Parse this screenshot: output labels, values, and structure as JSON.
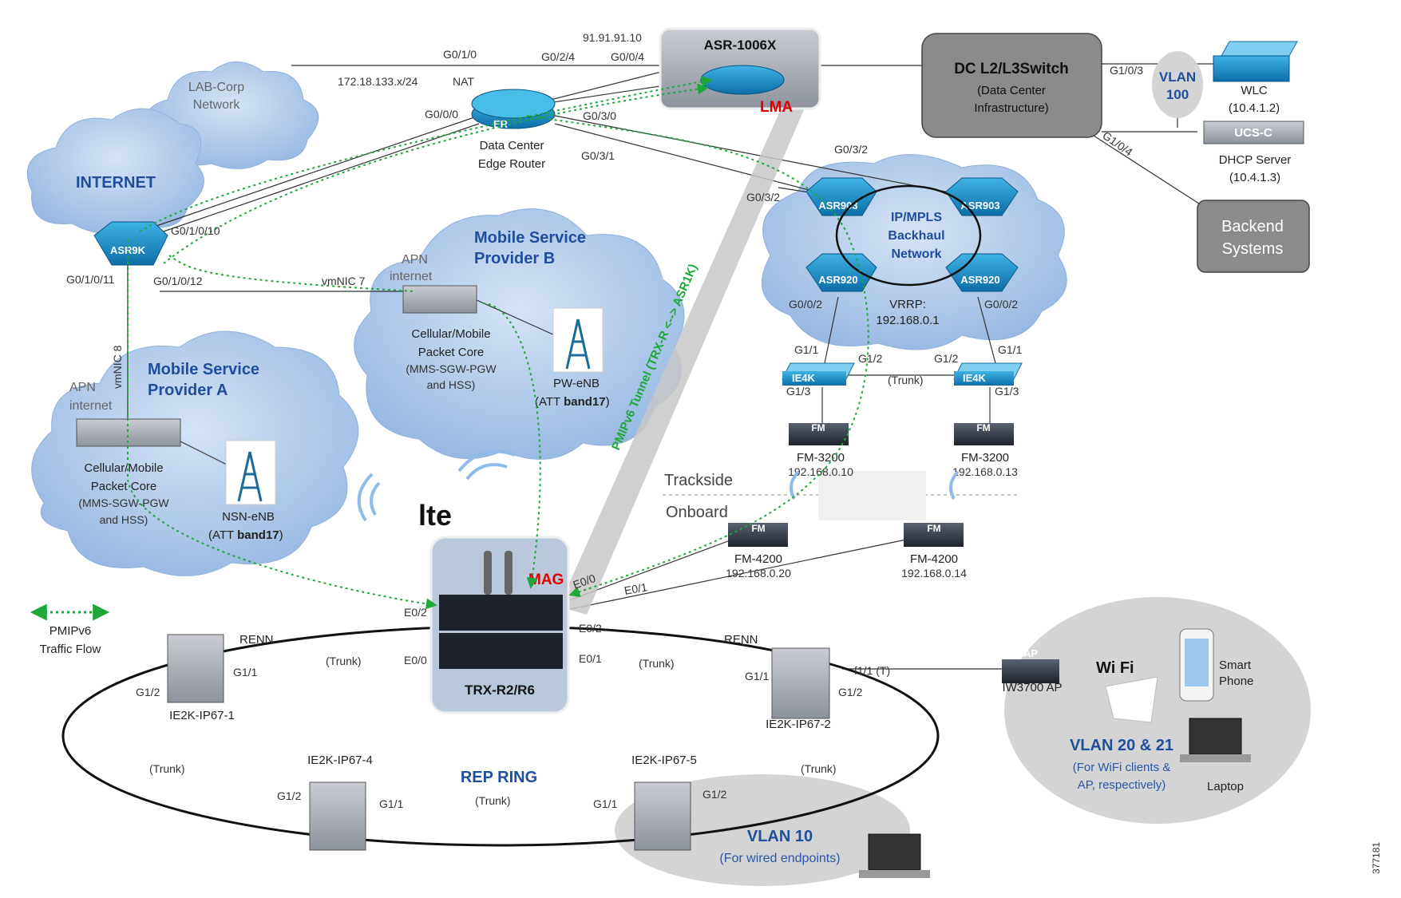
{
  "clouds": {
    "lab_corp": [
      "LAB-Corp",
      "Network"
    ],
    "internet": "INTERNET",
    "msp_b": [
      "Mobile Service",
      "Provider  B"
    ],
    "msp_a": [
      "Mobile Service",
      "Provider  A"
    ],
    "ipmpls": [
      "IP/MPLS",
      "Backhaul",
      "Network"
    ]
  },
  "devices": {
    "asr1006x": "ASR-1006X",
    "lma": "LMA",
    "er": {
      "icon": "ER",
      "label": [
        "Data Center",
        "Edge Router"
      ]
    },
    "dc_switch": [
      "DC L2/L3Switch",
      "(Data Center",
      "Infrastructure)"
    ],
    "vlan100": [
      "VLAN",
      "100"
    ],
    "wlc": [
      "WLC",
      "(10.4.1.2)"
    ],
    "ucs": {
      "icon": "UCS-C",
      "label": [
        "DHCP Server",
        "(10.4.1.3)"
      ]
    },
    "backend": [
      "Backend",
      "Systems"
    ],
    "asr9k": "ASR9K",
    "asr903_a": "ASR903",
    "asr903_b": "ASR903",
    "asr920_a": "ASR920",
    "asr920_b": "ASR920",
    "vrrp": [
      "VRRP:",
      "192.168.0.1"
    ],
    "ie4k_a": "IE4K",
    "ie4k_b": "IE4K",
    "fm3200_a": {
      "icon": "FM",
      "label": "FM-3200",
      "ip": "192.168.0.10"
    },
    "fm3200_b": {
      "icon": "FM",
      "label": "FM-3200",
      "ip": "192.168.0.13"
    },
    "fm4200_a": {
      "icon": "FM",
      "label": "FM-4200",
      "ip": "192.168.0.20"
    },
    "fm4200_b": {
      "icon": "FM",
      "label": "FM-4200",
      "ip": "192.168.0.14"
    },
    "apn_b": [
      "APN",
      "internet"
    ],
    "apn_a": [
      "APN",
      "internet"
    ],
    "core_b": [
      "Cellular/Mobile",
      "Packet Core",
      "(MMS-SGW-PGW",
      "and HSS)"
    ],
    "core_a": [
      "Cellular/Mobile",
      "Packet Core",
      "(MMS-SGW-PGW",
      "and HSS)"
    ],
    "pw_enb": [
      "PW-eNB",
      "(ATT ",
      "band17",
      ")"
    ],
    "nsn_enb": [
      "NSN-eNB",
      "(ATT ",
      "band17",
      ")"
    ],
    "lte": "lte",
    "mag": "MAG",
    "trx": "TRX-R2/R6",
    "ie2k_1": "IE2K-IP67-1",
    "ie2k_2": "IE2K-IP67-2",
    "ie2k_4": "IE2K-IP67-4",
    "ie2k_5": "IE2K-IP67-5",
    "renn_1": "RENN",
    "renn_2": "RENN",
    "iw3700": {
      "icon": "AP",
      "label": "IW3700 AP"
    },
    "wifi": "Wi Fi",
    "smartphone": [
      "Smart",
      "Phone"
    ],
    "laptop": "Laptop",
    "vlan2021": [
      "VLAN  20 & 21",
      "(For WiFi clients &",
      "AP, respectively)"
    ],
    "vlan10": [
      "VLAN  10",
      "(For wired endpoints)"
    ],
    "rep_ring": "REP RING"
  },
  "ports": {
    "g0_1_0": "G0/1/0",
    "ip_172": "172.18.133.x/24",
    "nat": "NAT",
    "ip_91": "91.91.91.10",
    "g0_2_4": "G0/2/4",
    "g0_0_4": "G0/0/4",
    "g0_0_0": "G0/0/0",
    "g0_3_0": "G0/3/0",
    "g0_3_1": "G0/3/1",
    "g0_3_2_a": "G0/3/2",
    "g0_3_2_b": "G0/3/2",
    "g1_0_3": "G1/0/3",
    "g1_0_4": "G1/0/4",
    "g0_1_0_10": "G0/1/0/10",
    "g0_1_0_11": "G0/1/0/11",
    "g0_1_0_12": "G0/1/0/12",
    "vmnic7": "vmNIC 7",
    "vmnic8": "vmNIC 8",
    "g0_0_2_a": "G0/0/2",
    "g0_0_2_b": "G0/0/2",
    "g1_1_a": "G1/1",
    "g1_2_a": "G1/2",
    "g1_3_a": "G1/3",
    "g1_2_b": "G1/2",
    "g1_1_b": "G1/1",
    "g1_3_b": "G1/3",
    "trunk_ie4k": "(Trunk)",
    "trackside": "Trackside",
    "onboard": "Onboard",
    "e0_0_top": "E0/0",
    "e0_1_top": "E0/1",
    "e0_2_left": "E0/2",
    "e0_0_left": "E0/0",
    "e0_2_right": "E0/2",
    "e0_1_right": "E0/1",
    "ring_g1_1_a": "G1/1",
    "ring_g1_2_a": "G1/2",
    "ring_g1_1_b": "G1/1",
    "ring_g1_2_b": "G1/2",
    "ring_g1_2_c": "G1/2",
    "ring_g1_1_c": "G1/1",
    "ring_g1_1_d": "G1/1",
    "ring_g1_2_d": "G1/2",
    "f1_1": "f1/1 (T)",
    "trunk_1": "(Trunk)",
    "trunk_2": "(Trunk)",
    "trunk_3": "(Trunk)",
    "trunk_4": "(Trunk)",
    "trunk_5": "(Trunk)"
  },
  "tunnel": "PMIPv6 Tunnel (TRX-R <--> ASR1K)",
  "legend": [
    "PMIPv6",
    "Traffic Flow"
  ],
  "figure_id": "377181"
}
